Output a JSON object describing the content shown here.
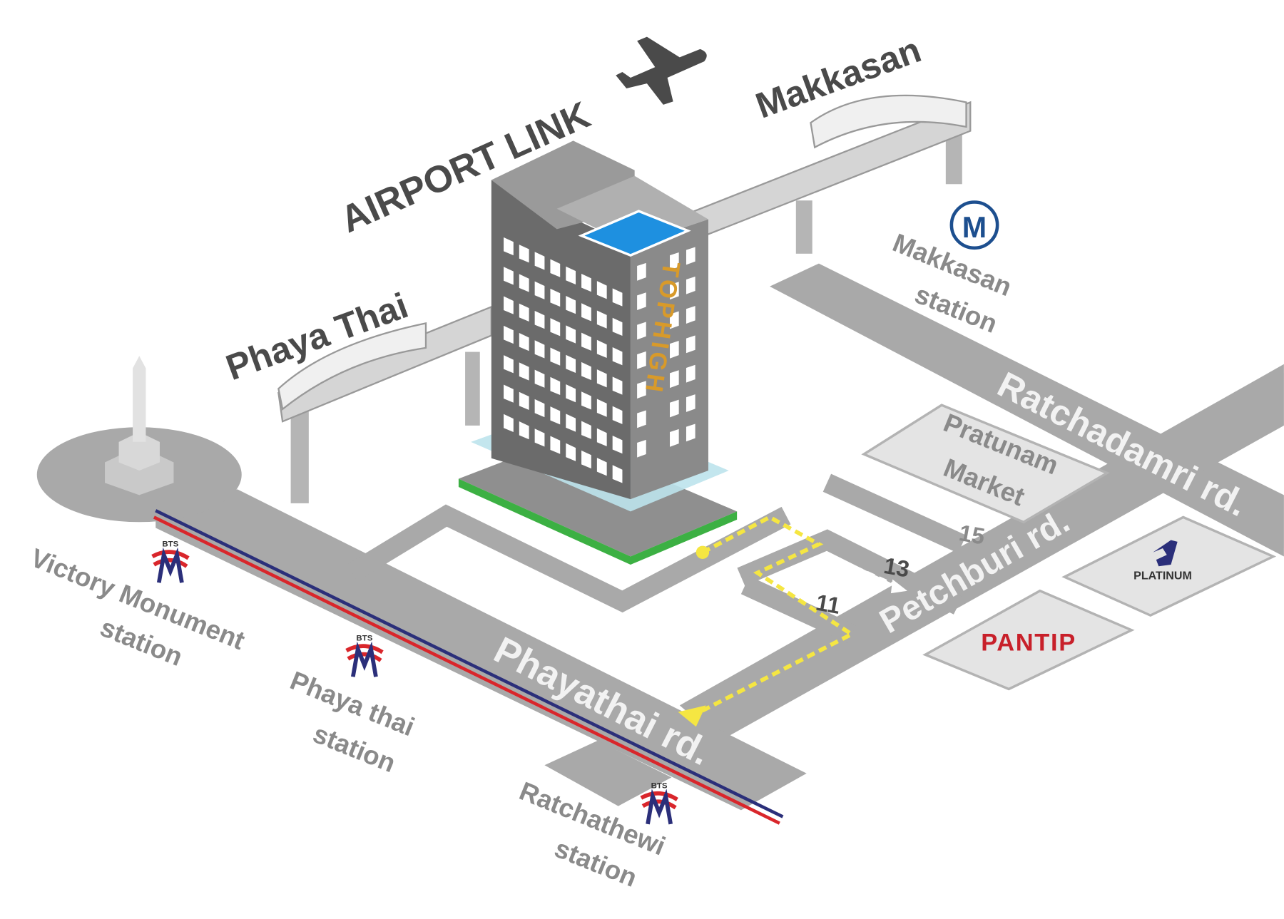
{
  "title": {
    "airport_link": "AIRPORT LINK",
    "makkasan": "Makkasan",
    "phaya_thai": "Phaya Thai"
  },
  "hotel": {
    "name": "TOPHIGH"
  },
  "roads": {
    "phayathai": "Phayathai rd.",
    "petchburi": "Petchburi rd.",
    "ratchadamri": "Ratchadamri rd."
  },
  "sois": {
    "s11": "11",
    "s13": "13",
    "s15": "15"
  },
  "stations": {
    "victory_monument": [
      "Victory Monument",
      "station"
    ],
    "phaya_thai": [
      "Phaya thai",
      "station"
    ],
    "ratchathewi": [
      "Ratchathewi",
      "station"
    ],
    "makkasan": [
      "Makkasan",
      "station"
    ]
  },
  "landmarks": {
    "pratunam": [
      "Pratunam",
      "Market"
    ],
    "platinum": "PLATINUM",
    "pantip": "PANTIP"
  },
  "logos": {
    "bts": "BTS",
    "mrt": "M"
  },
  "icons": {
    "airplane": "airplane-icon",
    "route": "walking-route",
    "monument": "victory-monument"
  },
  "colors": {
    "road": "#a9a9a9",
    "route": "#f5e642",
    "bts_red": "#d9262b",
    "bts_blue": "#2b2f7a",
    "pool": "#1e90e0",
    "building": "#6b6b6b"
  }
}
